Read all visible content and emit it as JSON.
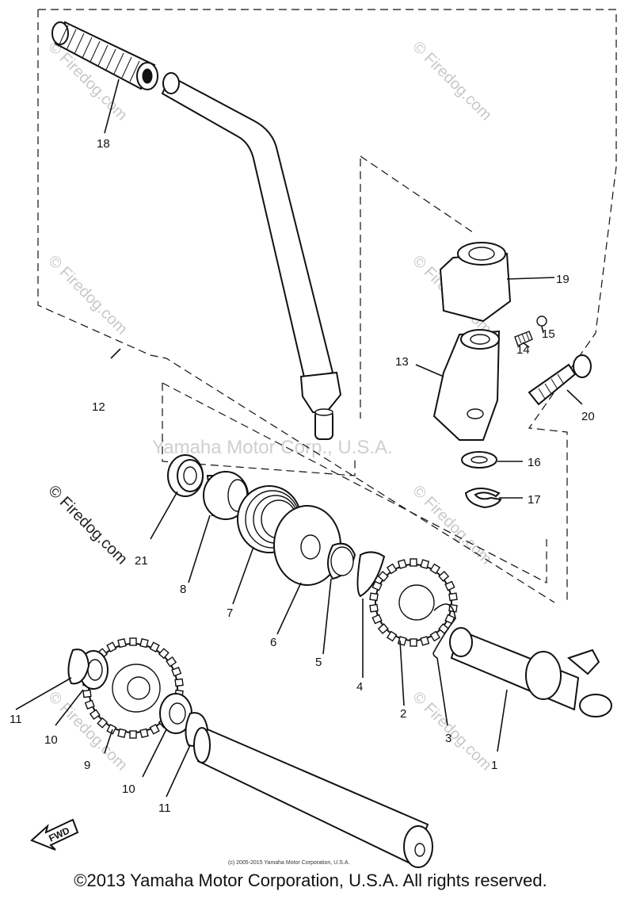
{
  "copyright": "©2013 Yamaha Motor Corporation, U.S.A. All rights reserved.",
  "small_copyright": "(c) 2005-2015 Yamaha Motor Corporation, U.S.A.",
  "center_watermark": "Yamaha Motor Corp., U.S.A.",
  "watermark_text": "© Firedog.com",
  "fwd_label": "FWD",
  "callouts": {
    "c1": "1",
    "c2": "2",
    "c3": "3",
    "c4": "4",
    "c5": "5",
    "c6": "6",
    "c7": "7",
    "c8": "8",
    "c9": "9",
    "c10a": "10",
    "c10b": "10",
    "c11a": "11",
    "c11b": "11",
    "c12": "12",
    "c13": "13",
    "c14": "14",
    "c15": "15",
    "c16": "16",
    "c17": "17",
    "c18": "18",
    "c19": "19",
    "c20": "20",
    "c21": "21"
  }
}
